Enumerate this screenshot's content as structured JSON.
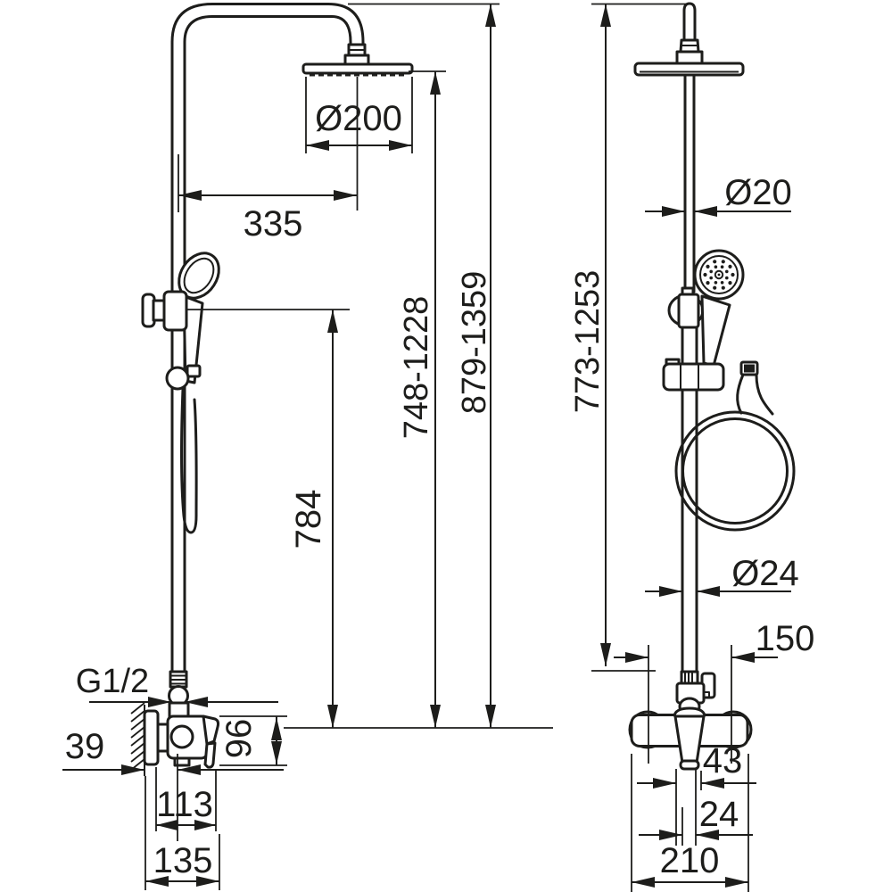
{
  "drawing_type": "technical dimension drawing - shower column with mixer, two views",
  "colors": {
    "line": "#1d1d1b",
    "background": "#ffffff"
  },
  "labels": {
    "front": {
      "head_diameter": "Ø200",
      "arm_reach": "335",
      "head_height_range": "748-1228",
      "total_height_range": "879-1359",
      "rail_height": "784",
      "thread_size": "G1/2",
      "wall_offset": "39",
      "body_height": "96",
      "depth_to_handle": "113",
      "total_depth": "135"
    },
    "side": {
      "upper_pipe_diameter": "Ø20",
      "column_height_range": "773-1253",
      "lower_pipe_diameter": "Ø24",
      "inlet_spacing": "150",
      "lever_width": "43",
      "lever_tip_width": "24",
      "mixer_width": "210"
    }
  }
}
